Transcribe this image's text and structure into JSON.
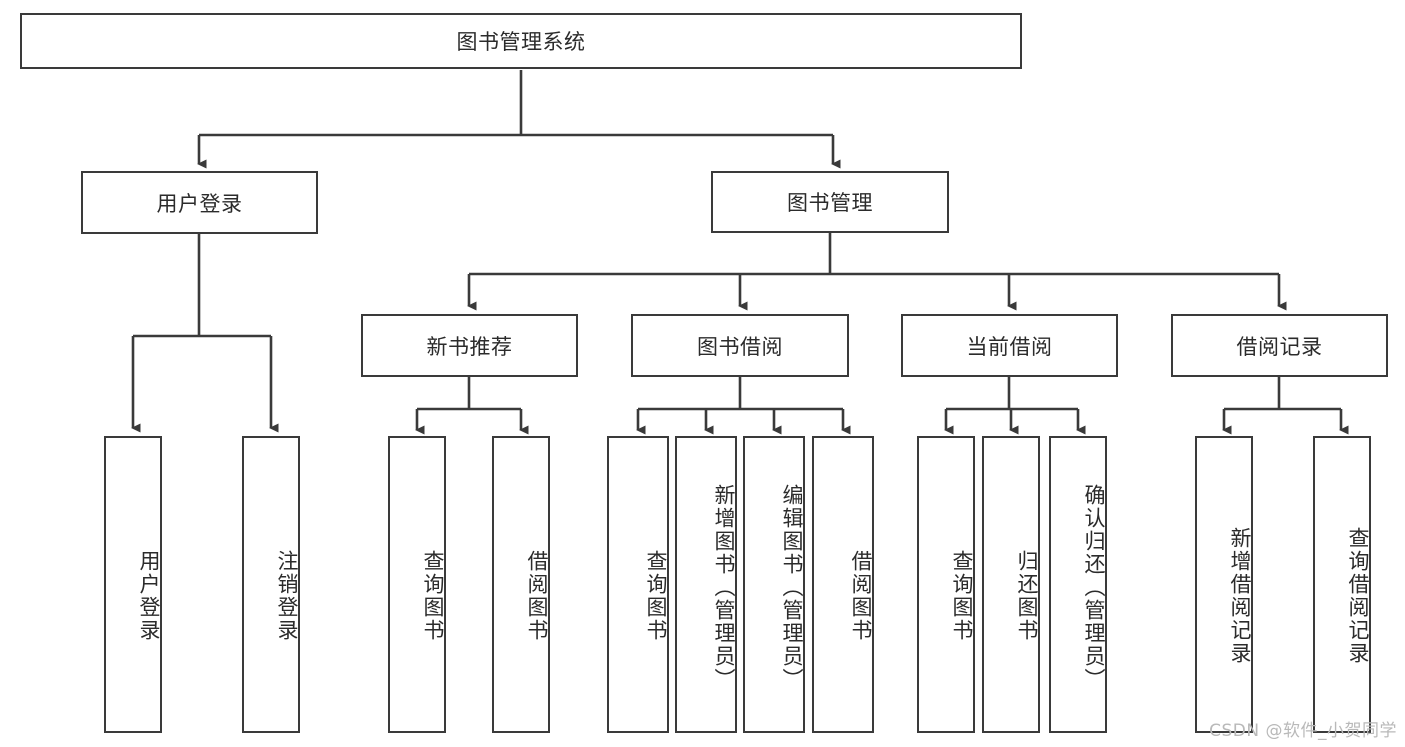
{
  "diagram": {
    "title_box": {
      "label": "图书管理系统"
    },
    "level2": [
      {
        "id": "user-login",
        "label": "用户登录"
      },
      {
        "id": "book-management",
        "label": "图书管理"
      }
    ],
    "level3": [
      {
        "id": "new-book-recommend",
        "label": "新书推荐"
      },
      {
        "id": "book-borrow",
        "label": "图书借阅"
      },
      {
        "id": "current-borrow",
        "label": "当前借阅"
      },
      {
        "id": "borrow-record",
        "label": "借阅记录"
      }
    ],
    "leaves": [
      {
        "id": "leaf-user-login",
        "label": "用户登录",
        "parent": "user-login"
      },
      {
        "id": "leaf-logout-login",
        "label": "注销登录",
        "parent": "user-login"
      },
      {
        "id": "leaf-query-book-1",
        "label": "查询图书",
        "parent": "new-book-recommend"
      },
      {
        "id": "leaf-borrow-book-1",
        "label": "借阅图书",
        "parent": "new-book-recommend"
      },
      {
        "id": "leaf-query-book-2",
        "label": "查询图书",
        "parent": "book-borrow"
      },
      {
        "id": "leaf-add-book",
        "label": "新增图书（管理员）",
        "parent": "book-borrow"
      },
      {
        "id": "leaf-edit-book",
        "label": "编辑图书（管理员）",
        "parent": "book-borrow"
      },
      {
        "id": "leaf-borrow-book-2",
        "label": "借阅图书",
        "parent": "book-borrow"
      },
      {
        "id": "leaf-query-book-3",
        "label": "查询图书",
        "parent": "current-borrow"
      },
      {
        "id": "leaf-return-book",
        "label": "归还图书",
        "parent": "current-borrow"
      },
      {
        "id": "leaf-confirm-return",
        "label": "确认归还（管理员）",
        "parent": "current-borrow"
      },
      {
        "id": "leaf-add-record",
        "label": "新增借阅记录",
        "parent": "borrow-record"
      },
      {
        "id": "leaf-query-record",
        "label": "查询借阅记录",
        "parent": "borrow-record"
      }
    ],
    "watermark": "CSDN @软件_小贺同学",
    "colors": {
      "border": "#3a3a3a",
      "text": "#2b2b2b",
      "background": "#ffffff",
      "watermark": "#b9b9b9"
    }
  }
}
